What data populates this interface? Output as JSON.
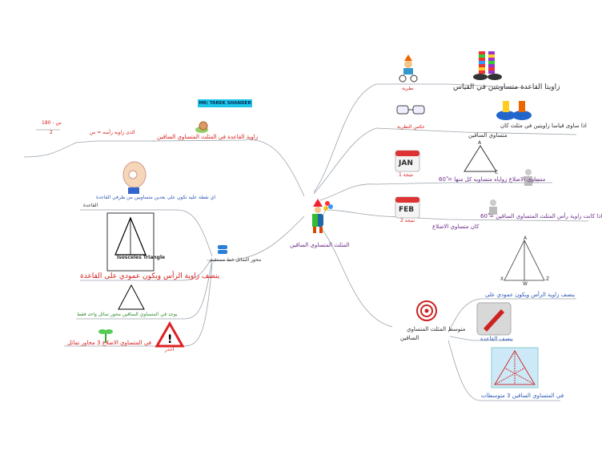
{
  "center": {
    "label": "المثلث المتساوي الساقين"
  },
  "badge": {
    "text": "MR/ TAREK SHANDER"
  },
  "left": {
    "vertex_angle_branch": {
      "label": "زاوية القاعدة في المثلث المتساوي الساقين"
    },
    "formula": {
      "label": "الذى زاوية رأسه = س",
      "numerator": "180 - س",
      "denominator": "2"
    },
    "axis_branch": {
      "label": "محور التماثل خط مستقيم"
    },
    "axis_items": [
      {
        "label": "اي نقطة عليه تكون على بعدين متساويين من طرفي القاعدة"
      },
      {
        "label": "ينصف زاوية الرأس ويكون عمودي على القاعدة"
      },
      {
        "label": "يوجد في المتساوي الساقين محور تماثل واحد فقط"
      },
      {
        "label": "في المتساوي الاضلاع 3 محاور تماثل"
      }
    ],
    "triangle_caption": "Isosceles Triangle",
    "warning_caption": "احذر"
  },
  "right": {
    "theorem": {
      "tag": "نظرية",
      "label": "زاويتا القاعدة متساويتين في القياس"
    },
    "converse": {
      "tag": "عكس النظرية",
      "label": "اذا ساوى قياسا زاويتين في مثلث كان",
      "label2": "متساوي الساقين"
    },
    "corollary1": {
      "month": "JAN",
      "tag": "نتيجة 1",
      "label": "متساوي الاضلاع زواياه متساويه كل منها = 60ْ"
    },
    "corollary2": {
      "month": "FEB",
      "tag": "نتيجة 2",
      "label": "اذا كانت زاوية رأس المثلث المتساوي الساقين = 60ْ",
      "label2": "كان متساوي الاضلاع"
    },
    "median_branch": {
      "label": "متوسط المثلث المتساوي",
      "label2": "الساقين"
    },
    "median_items": [
      {
        "label": "ينصف زاوية الرأس ويكون عمودي على"
      },
      {
        "label": "ينصف القاعدة"
      },
      {
        "label": "في المتساوي الساقين 3 متوسطات"
      }
    ],
    "diagram_letters": {
      "top": "A",
      "left": "X",
      "right": "Z",
      "bottom": "W",
      "t2": "A",
      "b2": "C"
    }
  }
}
